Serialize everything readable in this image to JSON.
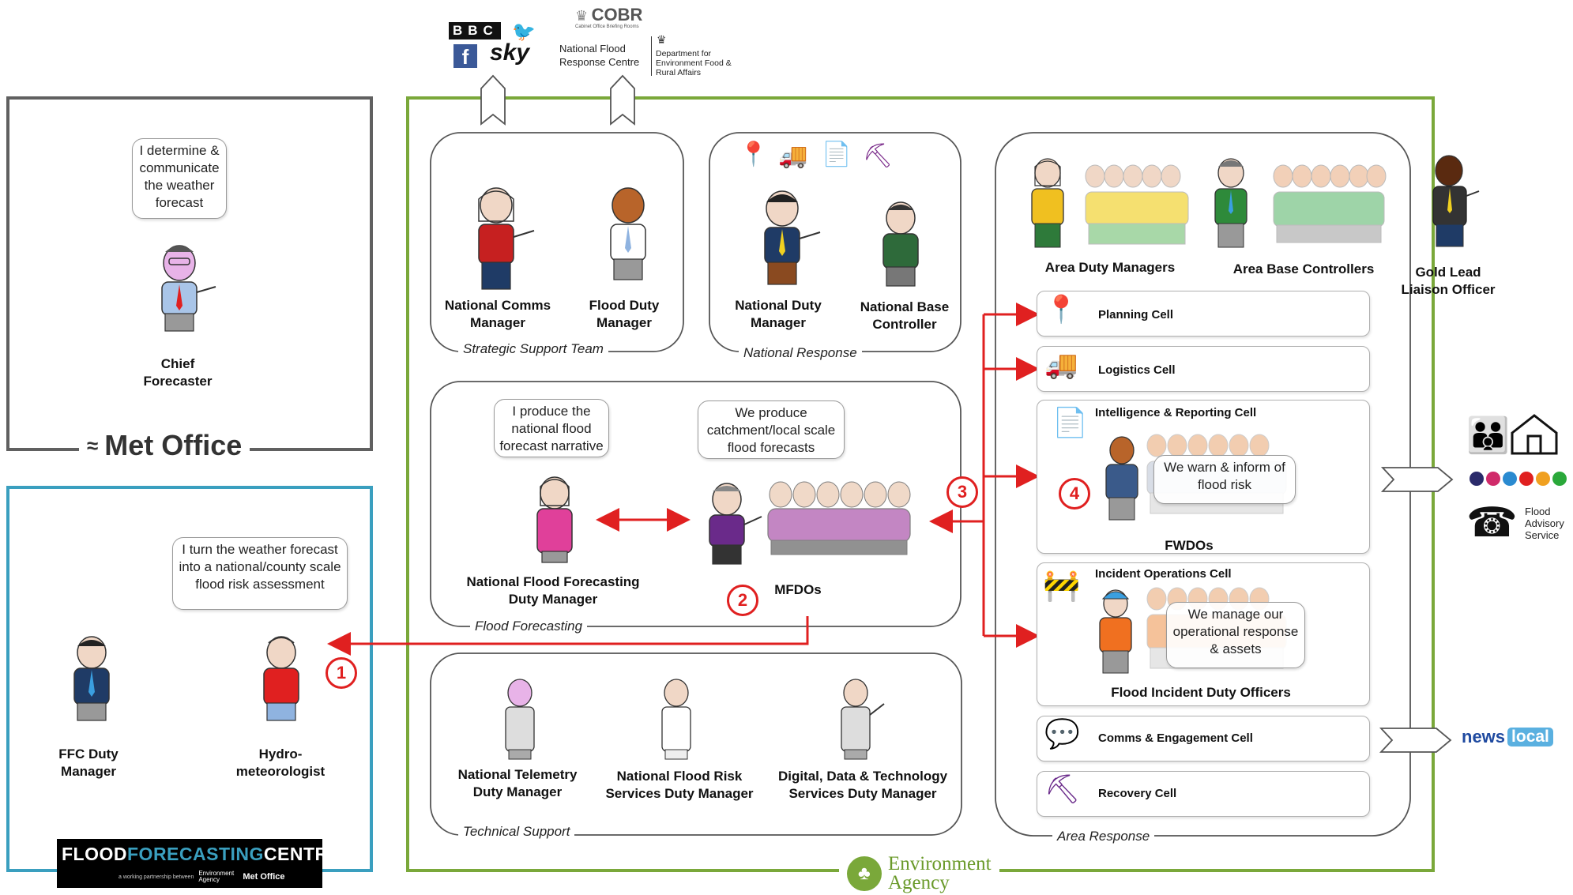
{
  "met_office": {
    "brand": "Met Office",
    "bubble": "I determine & communicate the weather forecast",
    "role": "Chief Forecaster"
  },
  "ffc": {
    "bubble": "I turn the weather forecast into a national/county scale flood risk assessment",
    "roles": {
      "duty_manager": "FFC Duty Manager",
      "hydromet": "Hydro-meteorologist"
    },
    "logo_flood": "FLOOD",
    "logo_forecasting": "FORECASTING",
    "logo_centre": "CENTRE",
    "logo_sub": "a working partnership between",
    "logo_ea": "Environment Agency",
    "logo_mo": "Met Office"
  },
  "top_logos": {
    "bbc": "BBC",
    "sky": "sky",
    "cobr": "COBR",
    "cobr_sub": "Cabinet Office Briefing Rooms",
    "nfrc": "National Flood Response Centre",
    "defra": "Department for Environment Food & Rural Affairs"
  },
  "strategic": {
    "label": "Strategic Support Team",
    "roles": {
      "comms": "National Comms Manager",
      "flood_duty": "Flood Duty Manager"
    }
  },
  "national_response": {
    "label": "National Response",
    "roles": {
      "duty": "National Duty Manager",
      "base": "National Base Controller"
    }
  },
  "flood_forecasting": {
    "label": "Flood Forecasting",
    "bubble_manager": "I produce the national flood forecast narrative",
    "bubble_mfdo": "We produce catchment/local scale flood forecasts",
    "roles": {
      "manager": "National Flood Forecasting Duty Manager",
      "mfdo": "MFDOs"
    }
  },
  "technical": {
    "label": "Technical Support",
    "roles": {
      "telemetry": "National Telemetry Duty Manager",
      "risk": "National Flood Risk Services Duty Manager",
      "digital": "Digital, Data & Technology Services Duty Manager"
    }
  },
  "area": {
    "label": "Area Response",
    "roles": {
      "adm": "Area Duty Managers",
      "abc": "Area Base Controllers",
      "gold": "Gold Lead Liaison Officer"
    },
    "cells": {
      "planning": "Planning Cell",
      "logistics": "Logistics Cell",
      "intel": "Intelligence & Reporting Cell",
      "incident": "Incident Operations Cell",
      "comms": "Comms & Engagement Cell",
      "recovery": "Recovery Cell"
    },
    "bubble_fwdo": "We warn & inform of flood risk",
    "fwdo": "FWDOs",
    "bubble_fido": "We manage our operational response & assets",
    "fido": "Flood Incident Duty Officers"
  },
  "outputs": {
    "fas": "Flood Advisory Service",
    "news": "news",
    "local": "local"
  },
  "ea_brand": {
    "line1": "Environment",
    "line2": "Agency"
  },
  "steps": {
    "s1": "1",
    "s2": "2",
    "s3": "3",
    "s4": "4"
  },
  "colors": {
    "ea_green": "#7aa83a",
    "ffc_blue": "#3a9fbf",
    "met_grey": "#606060",
    "arrow_red": "#e02020"
  }
}
